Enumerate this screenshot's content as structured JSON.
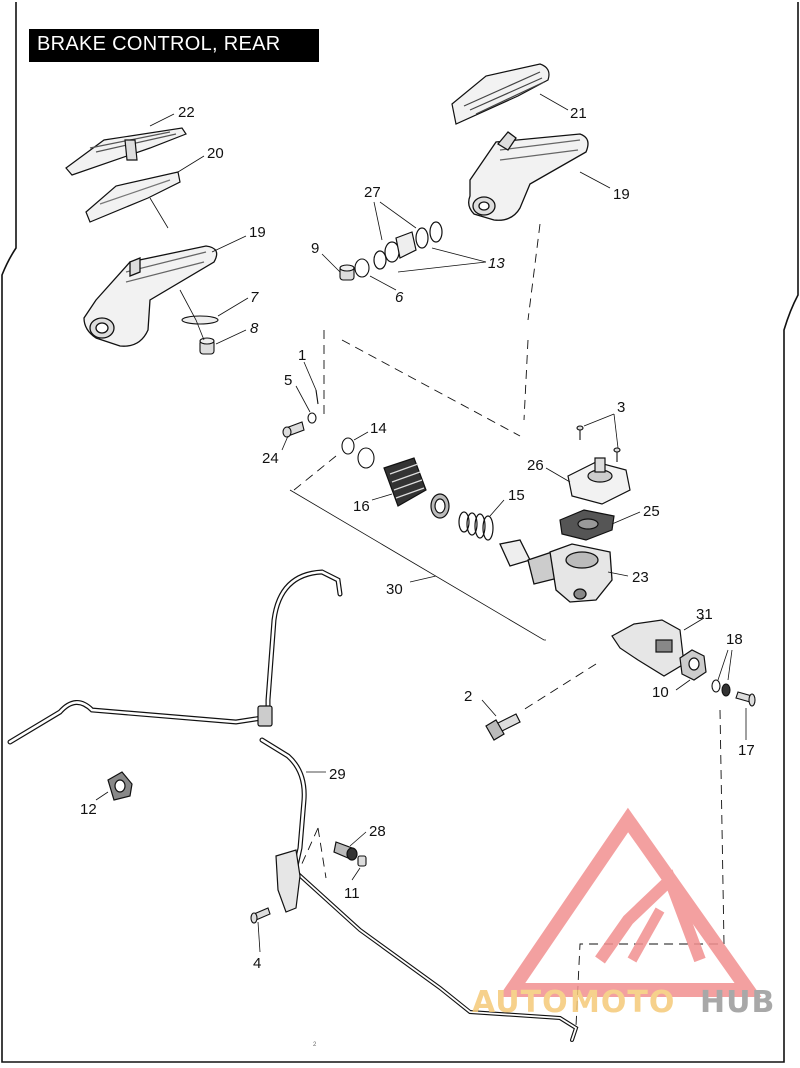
{
  "title": "BRAKE CONTROL, REAR",
  "colors": {
    "line": "#111111",
    "part_fill": "#f2f2f2",
    "part_shade": "#c8c8c8",
    "watermark_red": "#f29090",
    "watermark_yellow": "#f5c978",
    "watermark_gray": "#9a9a9a"
  },
  "callouts": [
    {
      "id": "22",
      "text": "22",
      "style": "normal"
    },
    {
      "id": "20",
      "text": "20",
      "style": "normal"
    },
    {
      "id": "19a",
      "text": "19",
      "style": "normal"
    },
    {
      "id": "7",
      "text": "7",
      "style": "italic"
    },
    {
      "id": "8",
      "text": "8",
      "style": "italic"
    },
    {
      "id": "21",
      "text": "21",
      "style": "normal"
    },
    {
      "id": "19b",
      "text": "19",
      "style": "normal"
    },
    {
      "id": "27",
      "text": "27",
      "style": "normal"
    },
    {
      "id": "9",
      "text": "9",
      "style": "normal"
    },
    {
      "id": "13",
      "text": "13",
      "style": "italic"
    },
    {
      "id": "6",
      "text": "6",
      "style": "italic"
    },
    {
      "id": "1",
      "text": "1",
      "style": "normal"
    },
    {
      "id": "5",
      "text": "5",
      "style": "normal"
    },
    {
      "id": "3",
      "text": "3",
      "style": "normal"
    },
    {
      "id": "14",
      "text": "14",
      "style": "normal"
    },
    {
      "id": "24",
      "text": "24",
      "style": "normal"
    },
    {
      "id": "26",
      "text": "26",
      "style": "normal"
    },
    {
      "id": "16",
      "text": "16",
      "style": "normal"
    },
    {
      "id": "15",
      "text": "15",
      "style": "normal"
    },
    {
      "id": "25",
      "text": "25",
      "style": "normal"
    },
    {
      "id": "23",
      "text": "23",
      "style": "normal"
    },
    {
      "id": "30",
      "text": "30",
      "style": "normal"
    },
    {
      "id": "31",
      "text": "31",
      "style": "normal"
    },
    {
      "id": "18",
      "text": "18",
      "style": "normal"
    },
    {
      "id": "2",
      "text": "2",
      "style": "normal"
    },
    {
      "id": "10",
      "text": "10",
      "style": "normal"
    },
    {
      "id": "17",
      "text": "17",
      "style": "normal"
    },
    {
      "id": "29",
      "text": "29",
      "style": "normal"
    },
    {
      "id": "12",
      "text": "12",
      "style": "normal"
    },
    {
      "id": "28",
      "text": "28",
      "style": "normal"
    },
    {
      "id": "11",
      "text": "11",
      "style": "normal"
    },
    {
      "id": "4",
      "text": "4",
      "style": "normal"
    }
  ],
  "watermark": {
    "part1": "AUTO",
    "part2": "MOTO",
    "part3": "HUB"
  },
  "page_mark": "2"
}
